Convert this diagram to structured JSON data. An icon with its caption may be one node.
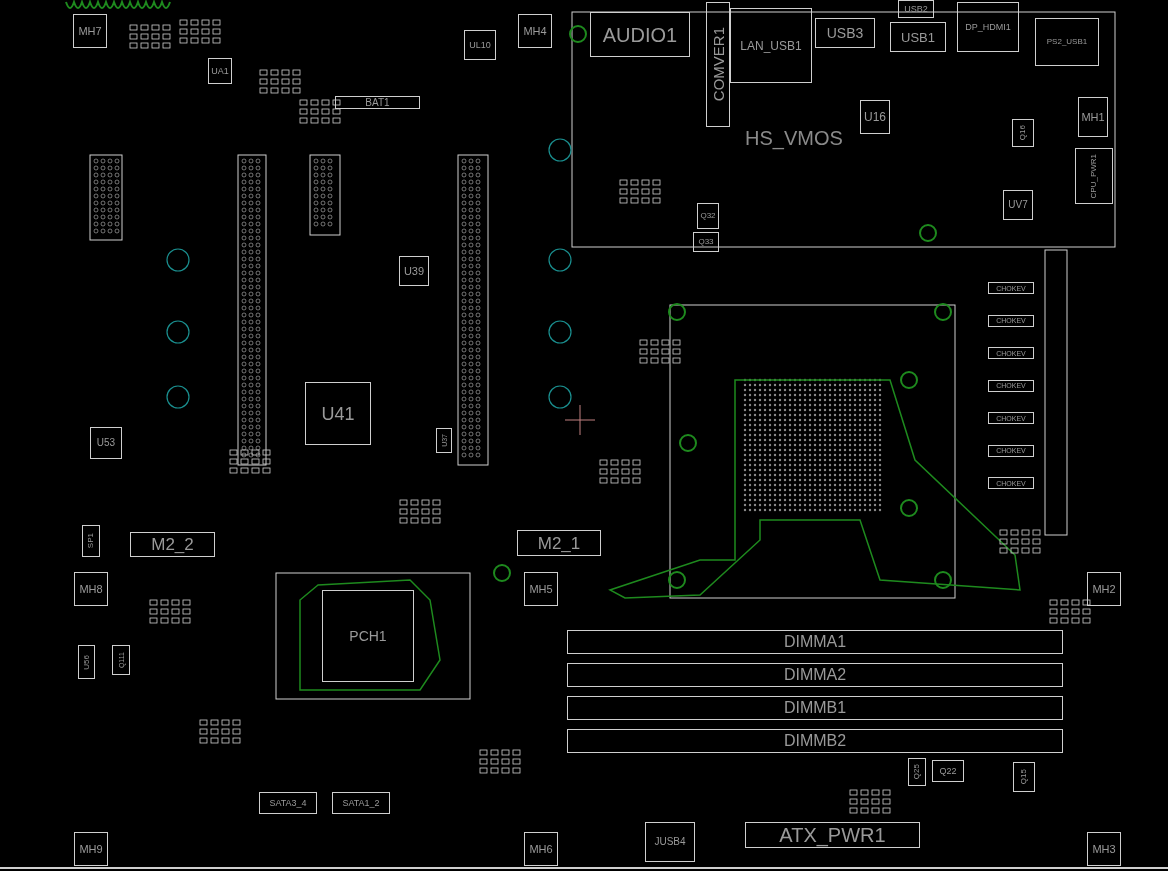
{
  "diagram": {
    "nodes": [
      {
        "text": [
          "AUDIO1"
        ]
      },
      {
        "text": [
          "COMVER1"
        ]
      },
      {
        "text": [
          "LAN_USB1"
        ]
      },
      {
        "text": [
          "USB3"
        ]
      },
      {
        "text": [
          "USB2"
        ]
      },
      {
        "text": [
          "USB1"
        ]
      },
      {
        "text": [
          "DP_HDMI1"
        ]
      },
      {
        "text": [
          "PS2_USB1"
        ]
      },
      {
        "text": [
          "MH1"
        ]
      },
      {
        "text": [
          "U16"
        ]
      },
      {
        "text": [
          "CPU_PWR1"
        ]
      },
      {
        "text": [
          "UV7"
        ]
      },
      {
        "text": [
          "Q32"
        ]
      },
      {
        "text": [
          "Q33"
        ]
      },
      {
        "text": [
          "MH7"
        ]
      },
      {
        "text": [
          "UA1"
        ]
      },
      {
        "text": [
          "UL10"
        ]
      },
      {
        "text": [
          "MH4"
        ]
      },
      {
        "text": [
          "BAT1"
        ]
      },
      {
        "text": [
          "U39"
        ]
      },
      {
        "text": [
          "U41"
        ]
      },
      {
        "text": [
          "U37"
        ]
      },
      {
        "text": [
          "U53"
        ]
      },
      {
        "text": [
          "M2_2"
        ]
      },
      {
        "text": [
          "M2_1"
        ]
      },
      {
        "text": [
          "MH8"
        ]
      },
      {
        "text": [
          "MH5"
        ]
      },
      {
        "text": [
          "SP1"
        ]
      },
      {
        "text": [
          "PCH1"
        ]
      },
      {
        "text": [
          "U56"
        ]
      },
      {
        "text": [
          "Q111"
        ]
      },
      {
        "text": [
          "MH9"
        ]
      },
      {
        "text": [
          "MH6"
        ]
      },
      {
        "text": [
          "SATA3_4"
        ]
      },
      {
        "text": [
          "SATA1_2"
        ]
      },
      {
        "text": [
          "DIMMA1"
        ]
      },
      {
        "text": [
          "DIMMA2"
        ]
      },
      {
        "text": [
          "DIMMB1"
        ]
      },
      {
        "text": [
          "DIMMB2"
        ]
      },
      {
        "text": [
          "ATX_PWR1"
        ]
      },
      {
        "text": [
          "JUSB4"
        ]
      },
      {
        "text": [
          "Q25"
        ]
      },
      {
        "text": [
          "Q22"
        ]
      },
      {
        "text": [
          "Q15"
        ]
      },
      {
        "text": [
          "MH3"
        ]
      },
      {
        "text": [
          "MH2"
        ]
      },
      {
        "text": [
          "Q16"
        ]
      },
      {
        "text": [
          "CHOKEV"
        ]
      },
      {
        "text": [
          "CHOKEV"
        ]
      },
      {
        "text": [
          "CHOKEV"
        ]
      },
      {
        "text": [
          "CHOKEV"
        ]
      },
      {
        "text": [
          "CHOKEV"
        ]
      },
      {
        "text": [
          "CHOKEV"
        ]
      },
      {
        "text": [
          "CHOKEV"
        ]
      }
    ],
    "labels": [
      "HS_VMOS"
    ]
  }
}
